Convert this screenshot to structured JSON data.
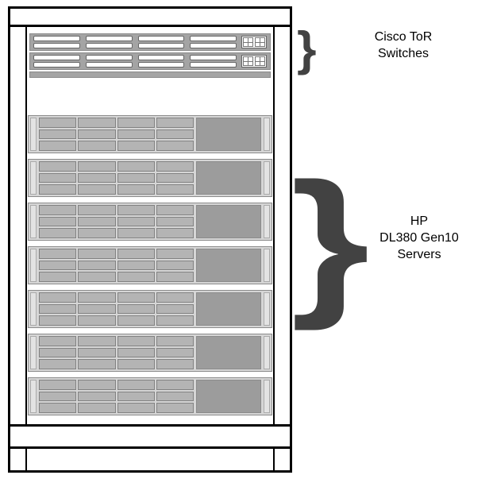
{
  "annotations": {
    "switches": {
      "label_lines": [
        "Cisco ToR",
        "Switches"
      ],
      "brace": "}"
    },
    "servers": {
      "label_lines": [
        "HP",
        "DL380 Gen10",
        "Servers"
      ],
      "brace": "}"
    }
  },
  "rack": {
    "switch_count": 2,
    "server_count": 7,
    "drive_bays_per_server": 12,
    "ports_per_switch": 8,
    "uplinks_per_switch": 2,
    "colors": {
      "frame": "#000000",
      "switch_body": "#a4a4a4",
      "switch_port": "#ffffff",
      "server_body": "#d6d6d6",
      "server_bay": "#b4b4b4",
      "server_panel": "#9c9c9c",
      "brace": "#424242"
    }
  }
}
